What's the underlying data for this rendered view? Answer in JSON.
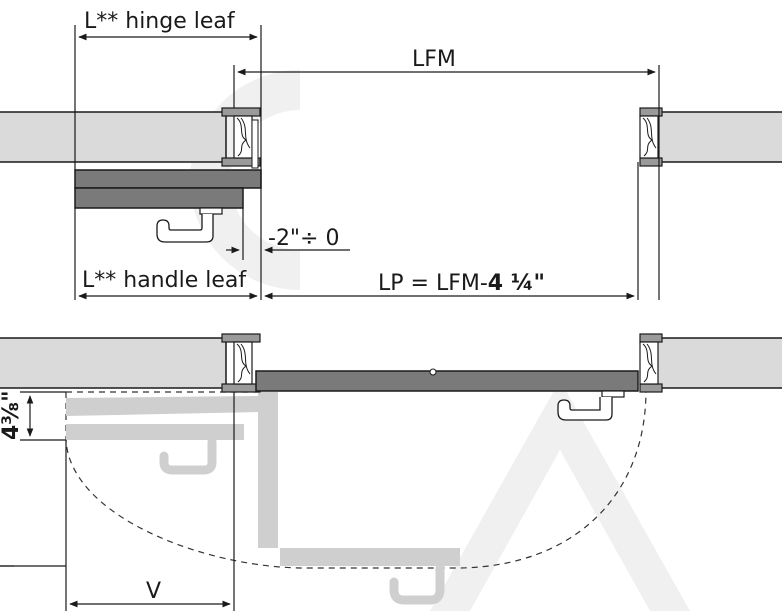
{
  "labels": {
    "hinge_leaf": "L** hinge leaf",
    "lfm": "LFM",
    "tolerance": "-2\"÷ 0",
    "handle_leaf": "L** handle leaf",
    "lp_prefix": "LP = LFM-",
    "lp_value": "4 ¼\"",
    "depth_whole": "4",
    "depth_fraction": "⅜\"",
    "v": "V"
  },
  "colors": {
    "wall": "#dadada",
    "leaf": "#7a7a7a",
    "ghost": "#cfcfcf"
  }
}
